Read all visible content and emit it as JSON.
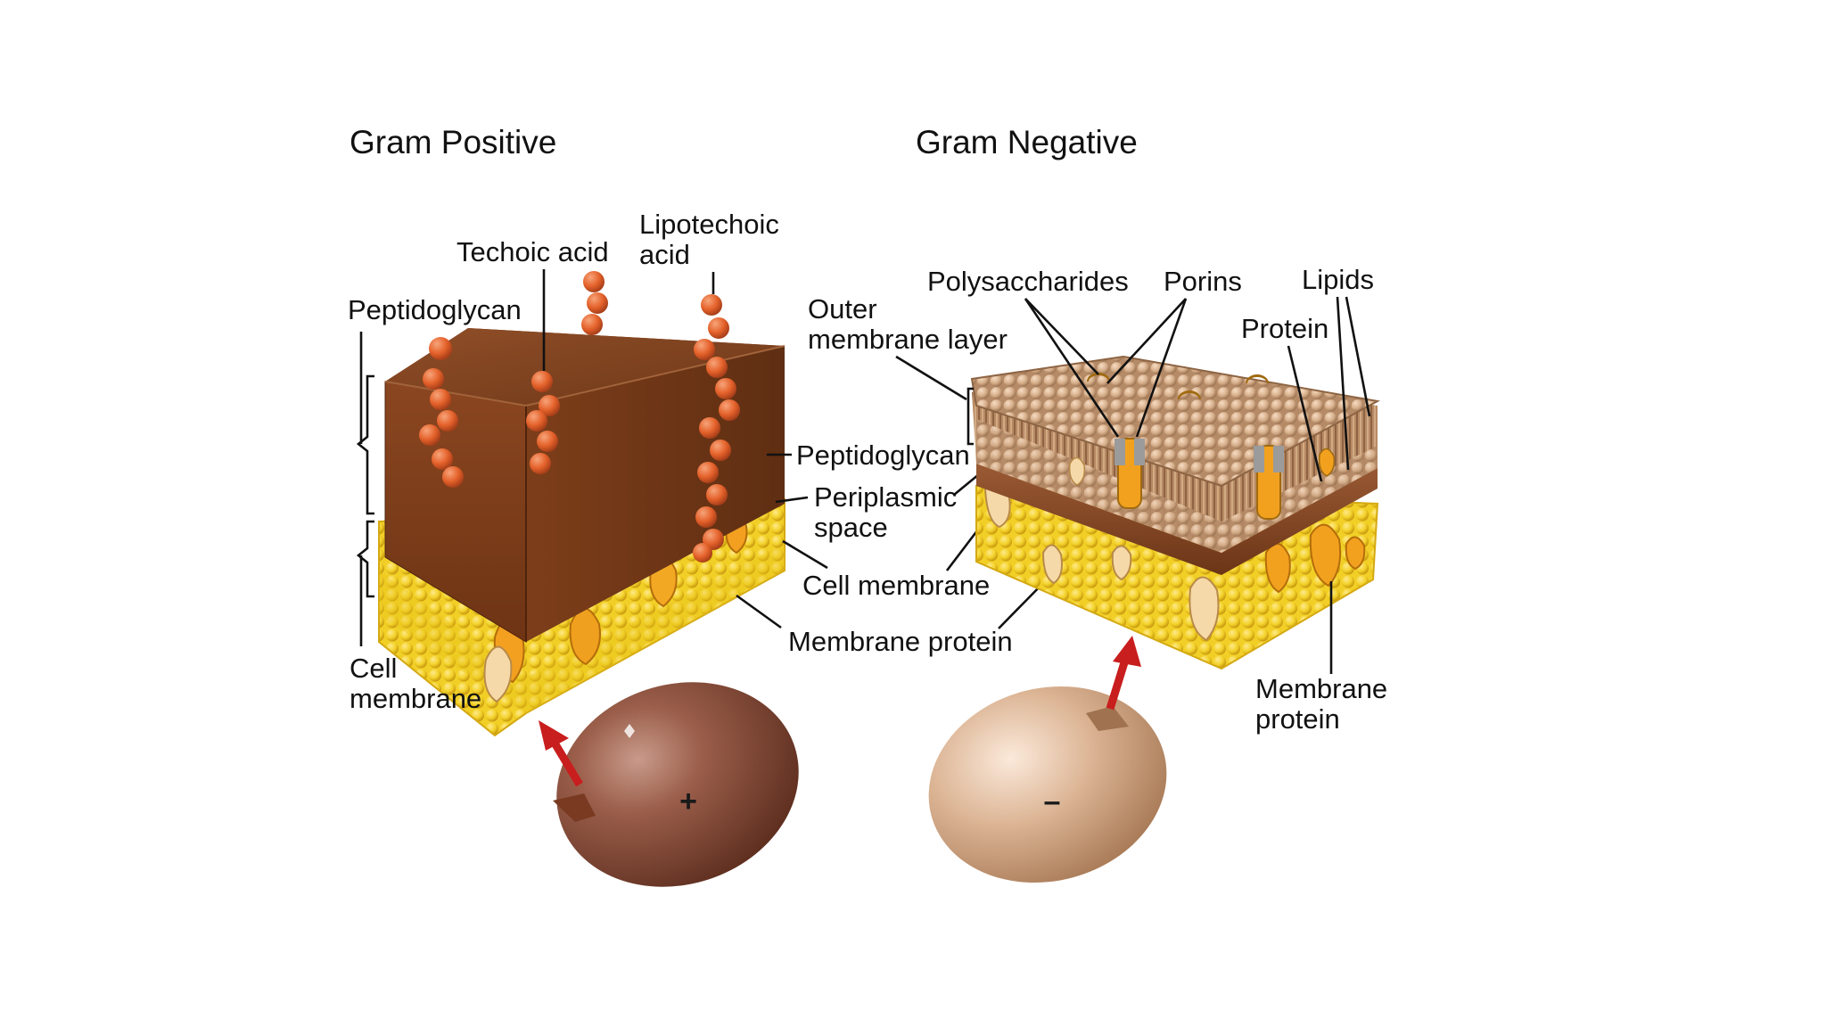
{
  "titles": {
    "gram_positive": "Gram Positive",
    "gram_negative": "Gram Negative"
  },
  "gram_positive": {
    "peptidoglycan_top": "Peptidoglycan",
    "techoic_acid": "Techoic acid",
    "lipotechoic_line1": "Lipotechoic",
    "lipotechoic_line2": "acid",
    "cell_membrane_line1": "Cell",
    "cell_membrane_line2": "membrane",
    "sign": "+"
  },
  "middle": {
    "peptidoglycan": "Peptidoglycan",
    "periplasmic_line1": "Periplasmic",
    "periplasmic_line2": "space",
    "cell_membrane": "Cell membrane",
    "membrane_protein": "Membrane protein"
  },
  "gram_negative": {
    "outer_line1": "Outer",
    "outer_line2": "membrane layer",
    "polysaccharides": "Polysaccharides",
    "porins": "Porins",
    "lipids": "Lipids",
    "protein": "Protein",
    "membrane_protein_line1": "Membrane",
    "membrane_protein_line2": "protein",
    "sign": "–"
  },
  "colors": {
    "peptidoglycan_brown": "#8a4a24",
    "teichoic_orange": "#e5672c",
    "membrane_yellow": "#f3d62a",
    "protein_orange": "#f2a11f",
    "negative_tan": "#c8956b",
    "arrow_red": "#c81e1e"
  }
}
